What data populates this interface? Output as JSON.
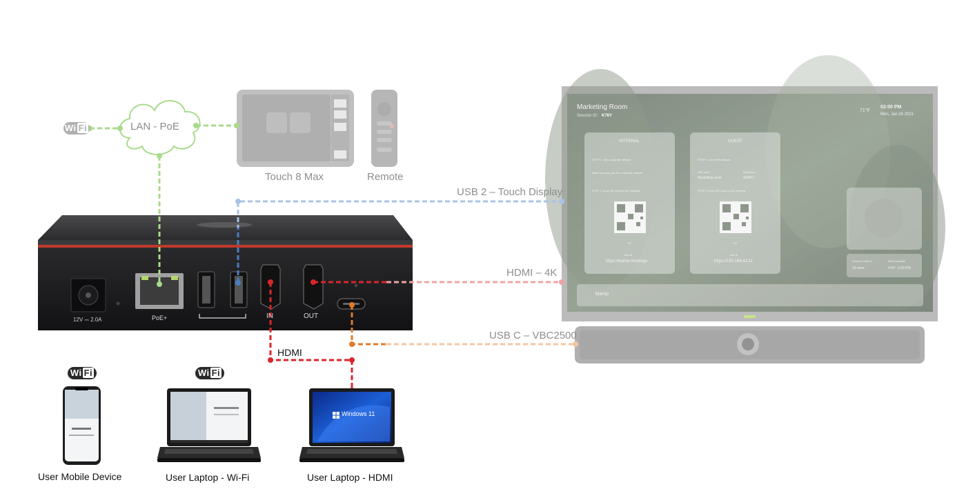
{
  "labels": {
    "wifi_top": "Wi",
    "wifi_top_b": "Fi",
    "cloud": "LAN - PoE",
    "touch": "Touch 8 Max",
    "remote": "Remote",
    "usb2": "USB 2 – Touch Display",
    "hdmi4k": "HDMI – 4K",
    "usbc": "USB C – VBC2500",
    "hdmi": "HDMI",
    "mobile": "User Mobile Device",
    "laptop_wifi": "User Laptop - Wi-Fi",
    "laptop_hdmi": "User Laptop - HDMI"
  },
  "device_ports": {
    "power": "12V ⎓ 2.0A",
    "poe": "PoE+",
    "in": "IN",
    "out": "OUT"
  },
  "display": {
    "room": "Marketing Room",
    "session_label": "Session ID:",
    "session_id": "K76Y",
    "weather": "71°F",
    "time": "02:00 PM",
    "date": "Mon, Jan 26 2021",
    "internal_title": "INTERNAL",
    "internal_step1": "STEP 1: Join corporate network",
    "internal_note": "Make sure you join the corporate network",
    "internal_step2": "STEP 2: Scan QR code to join meeting",
    "internal_or": "OR",
    "internal_visit": "Just at",
    "internal_url": "https://biamp.meetings",
    "guest_title": "GUEST",
    "guest_step1": "STEP 1: Join WiFi network",
    "guest_wifi_label": "Wifi name",
    "guest_wifi_name": "Marketing-room",
    "guest_pw_label": "Password",
    "guest_pw": "de4567",
    "guest_step2": "STEP 2: Scan QR code to join meeting",
    "guest_or": "OR",
    "guest_visit": "Just at",
    "guest_url": "https://192.168.42.11",
    "meeting_label": "Session ends in",
    "meeting_val": "15 mins",
    "avail_label": "Next available",
    "avail_val": "4:00 - 6:00 PM",
    "brand": "biamp"
  },
  "laptop_screen": {
    "os": "Windows 11"
  },
  "colors": {
    "green": "#a9db8c",
    "blue": "#4a7fc7",
    "blue_light": "#a9c3e6",
    "red": "#d9262c",
    "red_light": "#f0a3a3",
    "orange": "#e07b2a",
    "orange_light": "#f3c7a0"
  }
}
